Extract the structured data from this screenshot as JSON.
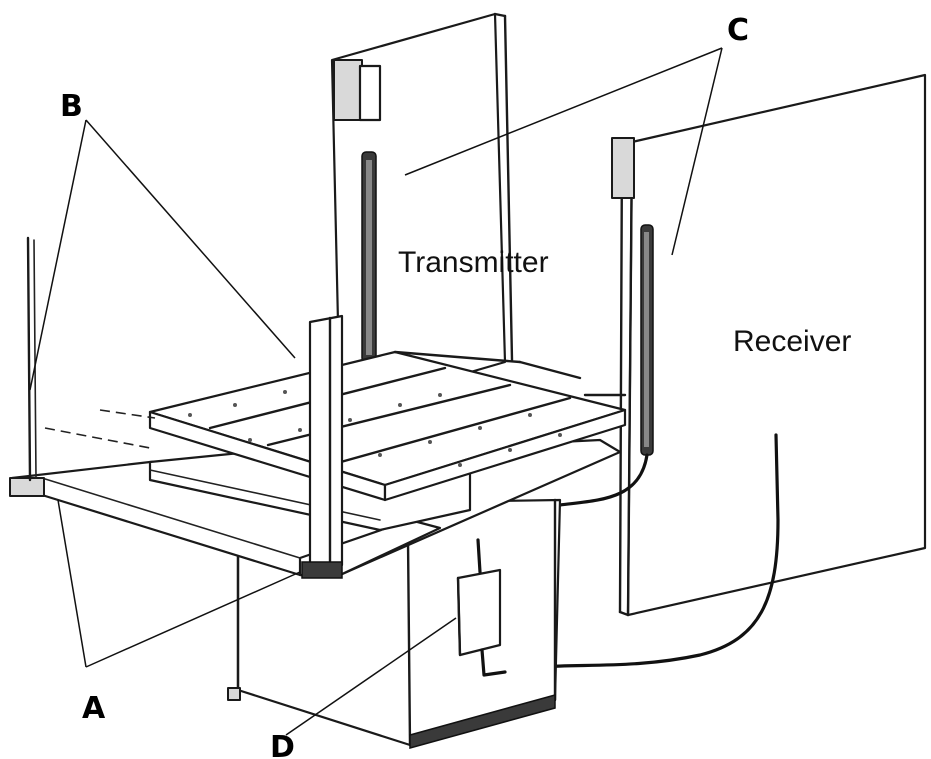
{
  "labels": {
    "a": "A",
    "b": "B",
    "c": "C",
    "d": "D",
    "transmitter": "Transmitter",
    "receiver": "Receiver"
  }
}
